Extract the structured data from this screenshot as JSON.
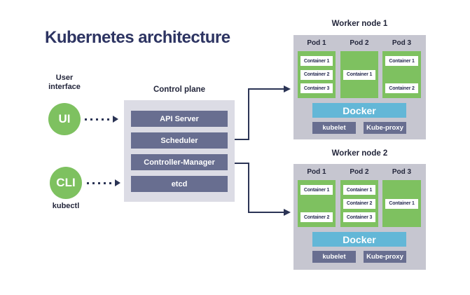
{
  "title": "Kubernetes architecture",
  "colors": {
    "navy_text": "#2d3462",
    "connector": "#2b3455",
    "green": "#7ec160",
    "slate": "#686e90",
    "docker_blue": "#63b7d7",
    "control_plane_bg": "#dcdce5",
    "worker_node_bg": "#c6c6d0"
  },
  "user_interface": {
    "label_line1": "User",
    "label_line2": "interface",
    "ui_circle": "UI",
    "cli_circle": "CLI",
    "cli_caption": "kubectl"
  },
  "control_plane": {
    "label": "Control plane",
    "components": [
      "API Server",
      "Scheduler",
      "Controller-Manager",
      "etcd"
    ]
  },
  "worker_nodes": [
    {
      "title": "Worker node 1",
      "pods": [
        {
          "label": "Pod 1",
          "containers": [
            "Container 1",
            "Container 2",
            "Container 3"
          ]
        },
        {
          "label": "Pod 2",
          "containers": [
            "Container 1"
          ]
        },
        {
          "label": "Pod 3",
          "containers": [
            "Container 1",
            "Container 2"
          ]
        }
      ],
      "docker_label": "Docker",
      "services": [
        "kubelet",
        "Kube-proxy"
      ]
    },
    {
      "title": "Worker node 2",
      "pods": [
        {
          "label": "Pod 1",
          "containers": [
            "Container 1",
            "Container 2"
          ]
        },
        {
          "label": "Pod 2",
          "containers": [
            "Container 1",
            "Container 2",
            "Container 3"
          ]
        },
        {
          "label": "Pod 3",
          "containers": [
            "Container 1"
          ]
        }
      ],
      "docker_label": "Docker",
      "services": [
        "kubelet",
        "Kube-proxy"
      ]
    }
  ]
}
